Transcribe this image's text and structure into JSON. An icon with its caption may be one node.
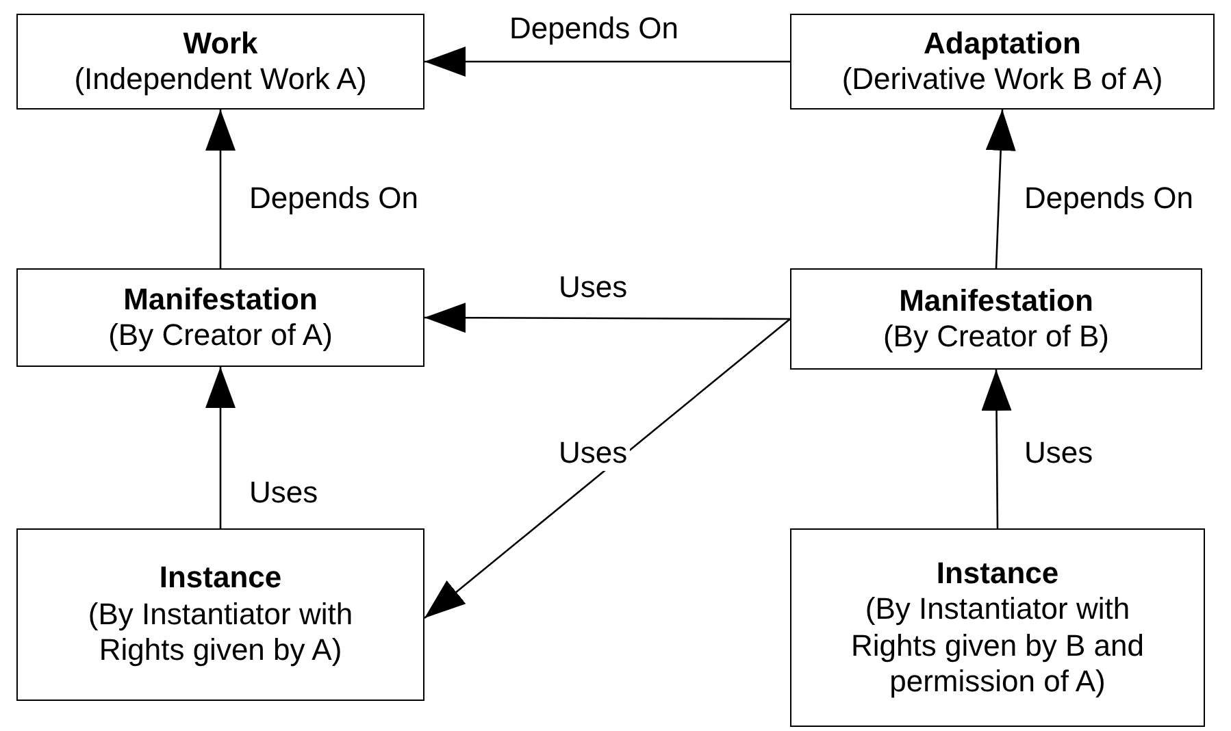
{
  "diagram": {
    "nodes": [
      {
        "text": [
          "Work",
          "(Independent Work A)"
        ]
      },
      {
        "text": [
          "Adaptation",
          "(Derivative Work B of A)"
        ]
      },
      {
        "text": [
          "Manifestation",
          "(By Creator of A)"
        ]
      },
      {
        "text": [
          "Manifestation",
          "(By Creator of B)"
        ]
      },
      {
        "text": [
          "Instance",
          "(By Instantiator with Rights given by A)"
        ]
      },
      {
        "text": [
          "Instance",
          "(By Instantiator with Rights given by B and permission of A)"
        ]
      }
    ],
    "edges": [
      {
        "from": 1,
        "to": 0,
        "arrow": "to",
        "label": "Depends On"
      },
      {
        "from": 2,
        "to": 0,
        "arrow": "to",
        "label": "Depends On"
      },
      {
        "from": 3,
        "to": 1,
        "arrow": "to",
        "label": "Depends On"
      },
      {
        "from": 3,
        "to": 2,
        "arrow": "to",
        "label": "Uses"
      },
      {
        "from": 3,
        "to": 4,
        "arrow": "to",
        "label": "Uses"
      },
      {
        "from": 4,
        "to": 2,
        "arrow": "to",
        "label": "Uses"
      },
      {
        "from": 5,
        "to": 3,
        "arrow": "to",
        "label": "Uses"
      }
    ]
  }
}
